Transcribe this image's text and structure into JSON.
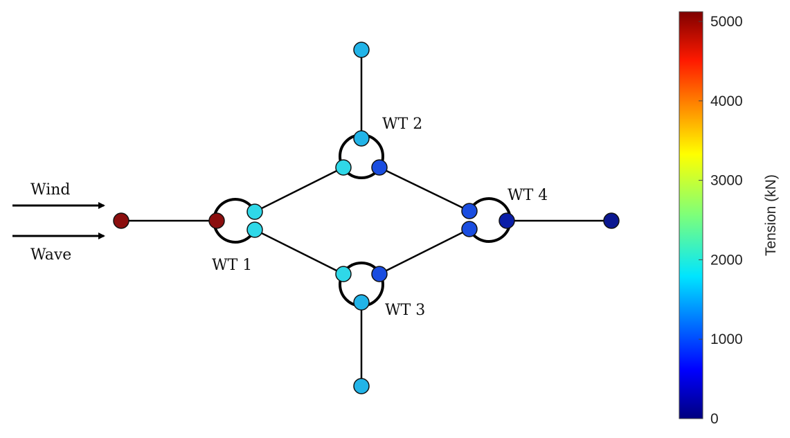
{
  "labels": {
    "wind": "Wind",
    "wave": "Wave",
    "wt1": "WT 1",
    "wt2": "WT 2",
    "wt3": "WT 3",
    "wt4": "WT 4"
  },
  "colorbar": {
    "title": "Tension (kN)",
    "min": 0,
    "max": 5000,
    "ticks": [
      "5000",
      "4000",
      "3000",
      "2000",
      "1000",
      "0"
    ],
    "colormap": "jet"
  },
  "colors": {
    "dark_red": "#8b0e0e",
    "cyan": "#2fd8e8",
    "light_blue": "#22b4e8",
    "blue": "#1a4de0",
    "dark_blue": "#0a1ea8",
    "navy": "#0b1790"
  }
}
